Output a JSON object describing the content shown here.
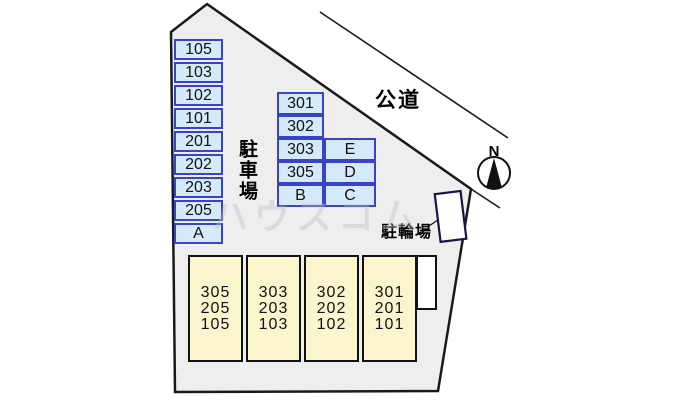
{
  "labels": {
    "parking_lot_vertical": "駐車場",
    "public_road": "公道",
    "bicycle_parking": "駐輪場",
    "compass_north": "N"
  },
  "parking_spaces": {
    "left_column": [
      "105",
      "103",
      "102",
      "101",
      "201",
      "202",
      "203",
      "205",
      "A"
    ],
    "middle_block_rows": [
      [
        "301"
      ],
      [
        "302"
      ],
      [
        "303",
        "E"
      ],
      [
        "305",
        "D"
      ],
      [
        "B",
        "C"
      ]
    ]
  },
  "building_units": [
    {
      "lines": [
        "305",
        "205",
        "105"
      ]
    },
    {
      "lines": [
        "303",
        "203",
        "103"
      ]
    },
    {
      "lines": [
        "302",
        "202",
        "102"
      ]
    },
    {
      "lines": [
        "301",
        "201",
        "101"
      ]
    }
  ],
  "watermark": "ハウスコム",
  "colors": {
    "plot_fill": "#eeeeee",
    "space_fill": "#d5eaf8",
    "space_border": "#3a43c8",
    "building_fill": "#faf5cd",
    "outline": "#1a1a1a"
  }
}
